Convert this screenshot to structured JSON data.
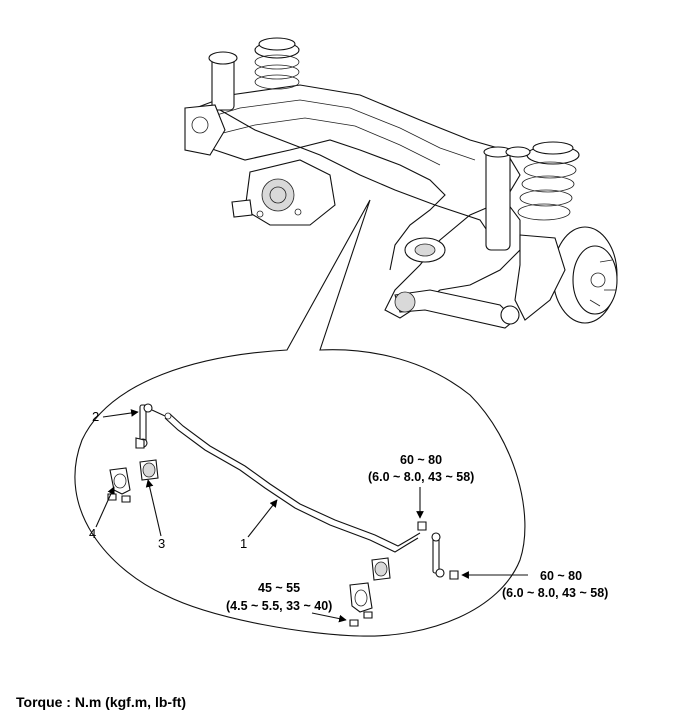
{
  "labels": {
    "p1": "1",
    "p2": "2",
    "p3": "3",
    "p4": "4"
  },
  "torques": {
    "link_nut_upper": {
      "nm": "60 ~ 80",
      "alt": "(6.0 ~ 8.0, 43 ~ 58)"
    },
    "link_nut_lower": {
      "nm": "60 ~ 80",
      "alt": "(6.0 ~ 8.0, 43 ~ 58)"
    },
    "bracket_nut": {
      "nm": "45 ~ 55",
      "alt": "(4.5 ~ 5.5, 33 ~ 40)"
    }
  },
  "footer": {
    "torque_unit": "Torque : N.m (kgf.m, lb-ft)"
  }
}
